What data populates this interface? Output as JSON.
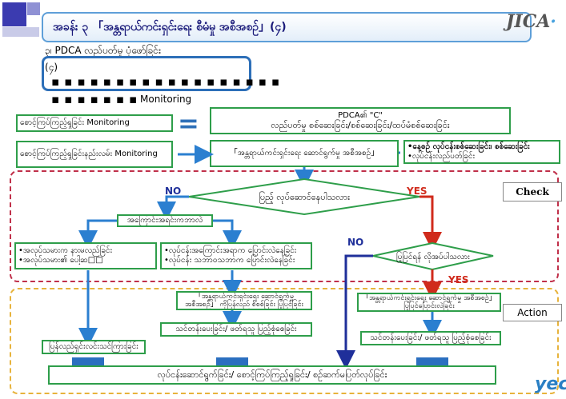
{
  "title": "အခန်း ၃ 「အန္တရာယ်ကင်းရှင်းရေး စီမံမှု အစီအစဉ်」(၄)",
  "logo_text": "JICA",
  "subtitle_line1": "၃၊ PDCA လည်ပတ်မှု ပုံဖော်ခြင်း",
  "subtitle_line2": "(၄)",
  "monitoring_word": "Monitoring",
  "left_label_1": "စောင့်ကြပ်ကြည့်ရှုခြင်း Monitoring",
  "left_label_2": "စောင့်ကြပ်ကြည့်ရှုခြင်းနည်းလမ်း Monitoring",
  "equals_sign": "=",
  "pdca_c_line1": "PDCA၏ \"C\"",
  "pdca_c_line2": "လည်ပတ်မှု စစ်ဆေးခြင်း/စစ်ဆေးခြင်း/ထပ်မံစစ်ဆေးခြင်း",
  "safety_plan_box": "「အန္တရာယ်ကင်းရှင်းရေး ဆောင်ရွက်မှု အစီအစဉ်」",
  "daily_check_1": "•နေ့စဉ် လုပ်ငန်းစစ်ဆေးခြင်း၊ စစ်ဆေးခြင်း",
  "daily_check_2": "•လုပ်ငန်းလည်ပတ်ခြင်း",
  "check_label": "Check",
  "action_label": "Action",
  "decision_1": "ပြည့် လုပ်ဆောင်နေပါသလား",
  "no_1": "NO",
  "yes_1": "YES",
  "cause_box": "အကြောင်းအရင်းကဘာလဲ",
  "worker_box_1": "•အလုပ်သမားက နားမလည်ခြင်း",
  "worker_box_2": "•အလုပ်သမား၏ ပေါ့ဆ□□",
  "work_box_1": "•လုပ်ငန်းအကြောင်းအရာက ပြောင်းလဲနေခြင်း",
  "work_box_2": "•လုပ်ငန်း သဘာဝသဘာက ပြောင်းလဲနေခြင်း",
  "no_2": "NO",
  "decision_2": "ပြုပြင်ရန် လိုအပ်ပါသလား",
  "yes_2": "YES",
  "review_box": "「အန္တရာယ်ကင်းရှင်းရေး ဆောင်ရွက်မှု အစီအစဉ်」 ကိုပြန်လည် စိစစ်ခြင်း ပြုပြင်ခြင်း",
  "revise_box": "「အန္တရာယ်ကင်းရှင်းရေး ဆောင်ရွက်မှု အစီအစဉ်」 ပြုပြင်ပြောင်းလဲခြင်း",
  "train_box_1": "သင်တန်းပေးခြင်း/ ဖတ်ရသူ ပြည့်စုံစေခြင်း",
  "train_box_2": "သင်တန်းပေးခြင်း/ ဖတ်ရသူ ပြည့်စုံစေခြင်း",
  "retrain_box": "ပြန်လည်ရှင်းလင်းသင်ကြားခြင်း",
  "bottom_box": "လုပ်ငန်းဆောင်ရွက်ခြင်း/ စောင့်ကြပ်ကြည့်ရှုခြင်း/ စဉ်ဆက်မပြတ်လုပ်ခြင်း",
  "footer_logo": "yec"
}
